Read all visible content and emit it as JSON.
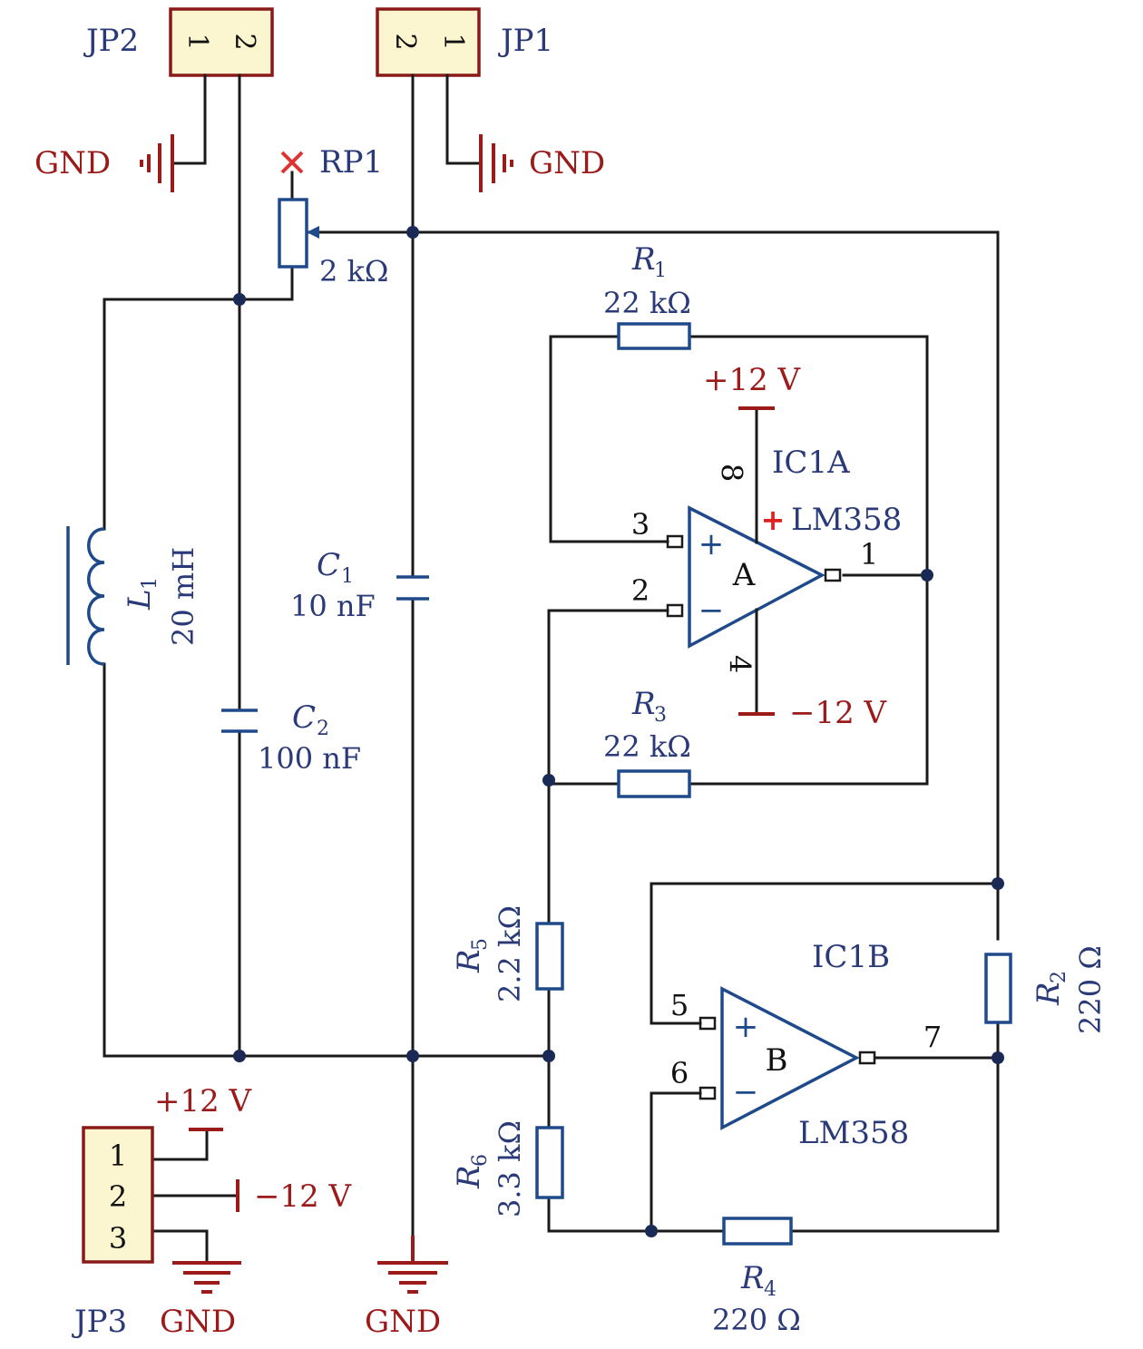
{
  "connectors": {
    "jp1": {
      "ref": "JP1",
      "pin_a": "2",
      "pin_b": "1",
      "gnd_label": "GND"
    },
    "jp2": {
      "ref": "JP2",
      "pin_a": "1",
      "pin_b": "2",
      "gnd_label": "GND"
    },
    "jp3": {
      "ref": "JP3",
      "pins": [
        "1",
        "2",
        "3"
      ],
      "gnd_label": "GND",
      "pos_label": "+12 V",
      "neg_label": "−12 V"
    }
  },
  "ground_bottom": "GND",
  "pot": {
    "ref": "RP1",
    "value": "2 kΩ"
  },
  "inductor": {
    "ref": "L",
    "sub": "1",
    "value": "20 mH"
  },
  "capacitors": [
    {
      "ref": "C",
      "sub": "1",
      "value": "10 nF"
    },
    {
      "ref": "C",
      "sub": "2",
      "value": "100 nF"
    }
  ],
  "resistors": {
    "r1": {
      "ref": "R",
      "sub": "1",
      "value": "22 kΩ"
    },
    "r2": {
      "ref": "R",
      "sub": "2",
      "value": "220 Ω"
    },
    "r3": {
      "ref": "R",
      "sub": "3",
      "value": "22 kΩ"
    },
    "r4": {
      "ref": "R",
      "sub": "4",
      "value": "220 Ω"
    },
    "r5": {
      "ref": "R",
      "sub": "5",
      "value": "2.2 kΩ"
    },
    "r6": {
      "ref": "R",
      "sub": "6",
      "value": "3.3 kΩ"
    }
  },
  "opamp_a": {
    "ref": "IC1A",
    "part": "LM358",
    "letter": "A",
    "pin_noninv": "3",
    "pin_inv": "2",
    "pin_out": "1",
    "pin_vplus": "8",
    "pin_vminus": "4",
    "vplus_label": "+12 V",
    "vminus_label": "−12 V"
  },
  "opamp_b": {
    "ref": "IC1B",
    "part": "LM358",
    "letter": "B",
    "pin_noninv": "5",
    "pin_inv": "6",
    "pin_out": "7"
  },
  "symbols": {
    "plus": "+",
    "minus": "−",
    "power_plus_marker": "+"
  },
  "colors": {
    "wire": "#1a1a1a",
    "component": "#1f4a8a",
    "power": "#9b1b1b",
    "header_fill": "#fbf6cf",
    "label_blue": "#2a3a78"
  }
}
